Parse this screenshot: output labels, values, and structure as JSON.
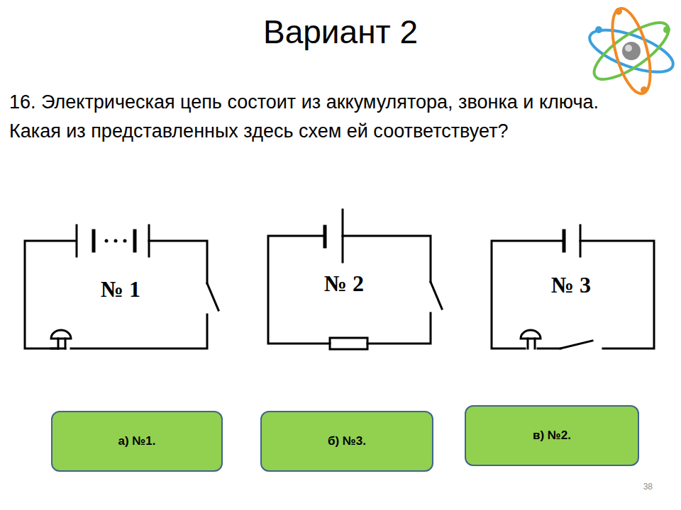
{
  "diagram": {
    "title": "Вариант 2",
    "nodes": [
      {
        "text": [
          "а) №1."
        ]
      },
      {
        "text": [
          "б) №3."
        ]
      },
      {
        "text": [
          "в) №2."
        ]
      }
    ],
    "labels": [
      "16. Электрическая цепь состоит из аккумулятора, звонка и ключа. Какая из представленных здесь схем ей соответствует?",
      "№ 1",
      "№ 2",
      "№ 3",
      "38"
    ]
  }
}
